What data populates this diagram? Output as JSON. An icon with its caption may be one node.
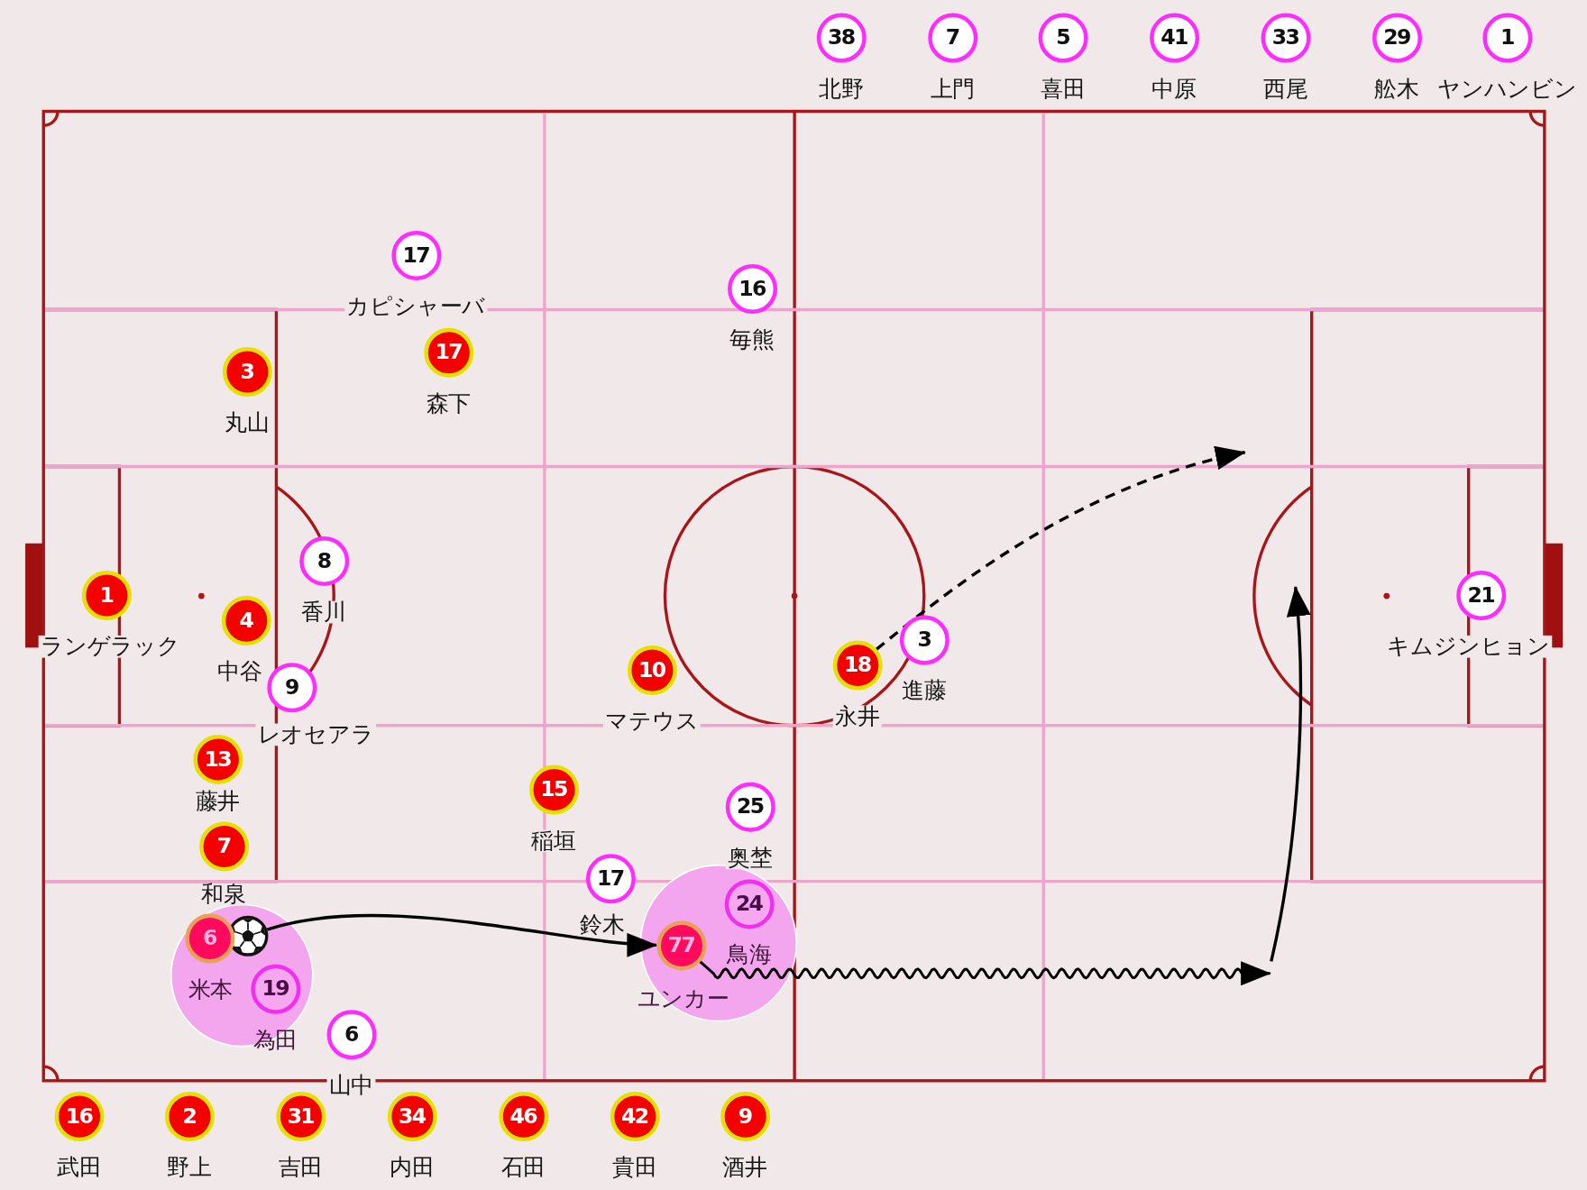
{
  "diagram": {
    "nodes": [
      {
        "text": [
          "38"
        ],
        "beside": [
          "北野"
        ]
      },
      {
        "text": [
          "7"
        ],
        "beside": [
          "上門"
        ]
      },
      {
        "text": [
          "5"
        ],
        "beside": [
          "喜田"
        ]
      },
      {
        "text": [
          "41"
        ],
        "beside": [
          "中原"
        ]
      },
      {
        "text": [
          "33"
        ],
        "beside": [
          "西尾"
        ]
      },
      {
        "text": [
          "29"
        ],
        "beside": [
          "舩木"
        ]
      },
      {
        "text": [
          "1"
        ],
        "beside": [
          "ヤンハンビン"
        ]
      },
      {
        "text": [
          "17"
        ],
        "beside": [
          "カピシャーバ"
        ]
      },
      {
        "text": [
          "16"
        ],
        "beside": [
          "毎熊"
        ]
      },
      {
        "text": [
          "17"
        ],
        "beside": [
          "森下"
        ]
      },
      {
        "text": [
          "3"
        ],
        "beside": [
          "丸山"
        ]
      },
      {
        "text": [
          "8"
        ],
        "beside": [
          "香川"
        ]
      },
      {
        "text": [
          "1"
        ],
        "beside": [
          "ランゲラック"
        ]
      },
      {
        "text": [
          "21"
        ],
        "beside": [
          "キムジンヒョン"
        ]
      },
      {
        "text": [
          "4"
        ],
        "beside": [
          "中谷"
        ]
      },
      {
        "text": [
          "3"
        ],
        "beside": [
          "進藤"
        ]
      },
      {
        "text": [
          "18"
        ],
        "beside": [
          "永井"
        ]
      },
      {
        "text": [
          "10"
        ],
        "beside": [
          "マテウス"
        ]
      },
      {
        "text": [
          "9"
        ],
        "beside": [
          "レオセアラ"
        ]
      },
      {
        "text": [
          "13"
        ],
        "beside": [
          "藤井"
        ]
      },
      {
        "text": [
          "15"
        ],
        "beside": [
          "稲垣"
        ]
      },
      {
        "text": [
          "25"
        ],
        "beside": [
          "奥埜"
        ]
      },
      {
        "text": [
          "7"
        ],
        "beside": [
          "和泉"
        ]
      },
      {
        "text": [
          "17"
        ],
        "beside": [
          "鈴木"
        ]
      },
      {
        "text": [
          "24"
        ],
        "beside": [
          "鳥海"
        ]
      },
      {
        "text": [],
        "shape": "ball"
      },
      {
        "text": [
          "6"
        ],
        "beside": [
          "米本"
        ]
      },
      {
        "text": [
          "77"
        ],
        "beside": [
          "ユンカー"
        ]
      },
      {
        "text": [
          "19"
        ],
        "beside": [
          "為田"
        ]
      },
      {
        "text": [
          "6"
        ],
        "beside": [
          "山中"
        ]
      },
      {
        "text": [
          "16"
        ],
        "beside": [
          "武田"
        ]
      },
      {
        "text": [
          "2"
        ],
        "beside": [
          "野上"
        ]
      },
      {
        "text": [
          "31"
        ],
        "beside": [
          "吉田"
        ]
      },
      {
        "text": [
          "34"
        ],
        "beside": [
          "内田"
        ]
      },
      {
        "text": [
          "46"
        ],
        "beside": [
          "石田"
        ]
      },
      {
        "text": [
          "42"
        ],
        "beside": [
          "貴田"
        ]
      },
      {
        "text": [
          "9"
        ],
        "beside": [
          "酒井"
        ]
      }
    ],
    "edges": [
      {
        "from": 25,
        "to": 27,
        "arrow": "to"
      },
      {
        "from": 27,
        "to": null,
        "arrow": "to"
      },
      {
        "from": 16,
        "to": null,
        "arrow": "to",
        "style": "dashed"
      }
    ]
  }
}
